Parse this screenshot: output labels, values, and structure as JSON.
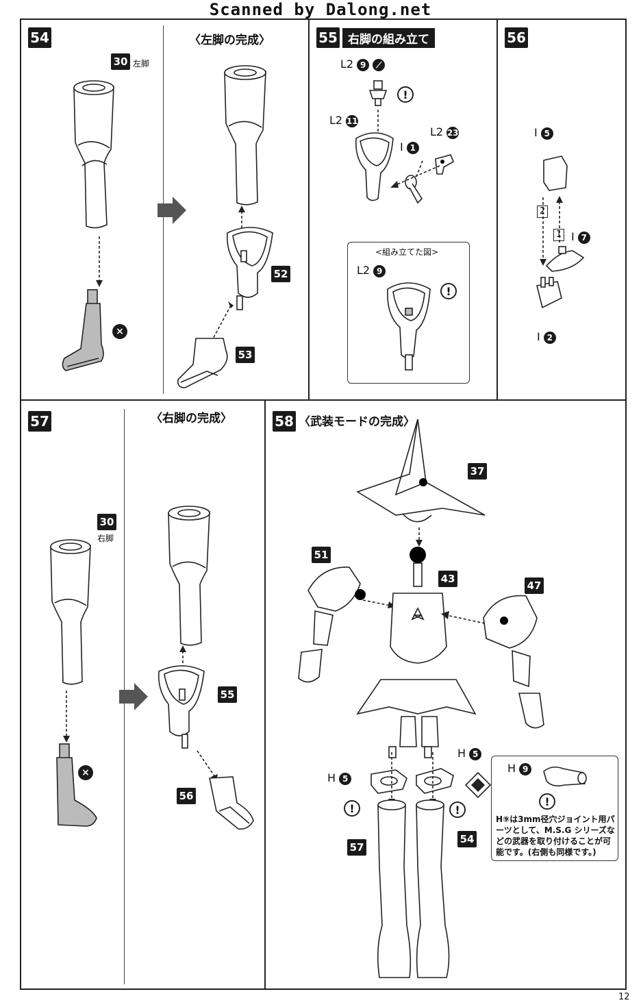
{
  "watermark": "Scanned by Dalong.net",
  "page_number": "12",
  "step54": {
    "number": "54",
    "title": "〈左脚の完成〉",
    "part_thigh": "30",
    "thigh_label": "左脚",
    "part_52": "52",
    "part_53": "53"
  },
  "step55": {
    "number": "55",
    "title": "右脚の組み立て",
    "l2": "L2",
    "i": "I",
    "circ_9": "9",
    "circ_11": "11",
    "circ_1": "1",
    "circ_23": "23",
    "assembled_title": "<組み立てた図>",
    "assembled_l2": "L2",
    "assembled_circ": "9"
  },
  "step56": {
    "number": "56",
    "i": "I",
    "circ_5": "5",
    "circ_7": "7",
    "circ_2": "2",
    "box_1": "1",
    "box_2": "2"
  },
  "step57": {
    "number": "57",
    "title": "〈右脚の完成〉",
    "part_thigh": "30",
    "thigh_label": "右脚",
    "part_55": "55",
    "part_56": "56"
  },
  "step58": {
    "number": "58",
    "title": "〈武装モードの完成〉",
    "part_37": "37",
    "part_51": "51",
    "part_43": "43",
    "part_47": "47",
    "part_57": "57",
    "part_54": "54",
    "h": "H",
    "circ_5": "5",
    "circ_9": "9",
    "note_text": "H⑨は3mm径穴ジョイント用パーツとして、M.S.G シリーズなどの武器を取り付けることが可能です。(右側も同様です。)"
  },
  "symbols": {
    "caution": "!",
    "prohibit": "×"
  }
}
